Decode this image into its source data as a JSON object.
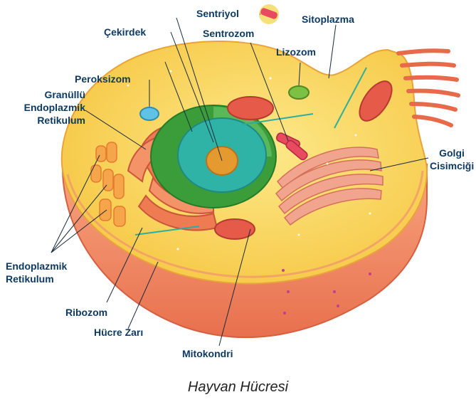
{
  "colors": {
    "label": "#0d3a63",
    "leader": "#1a2b3c",
    "membrane_outer": "#f07a57",
    "membrane_inner": "#f6a07c",
    "cytoplasm": "#f7c948",
    "cytoplasm_light": "#fbe27a",
    "nucleus_outer": "#3a9d3a",
    "nucleus_inner": "#2fb3a6",
    "nucleolus": "#e59a2f",
    "er": "#ee7b52",
    "golgi": "#f2a58e",
    "mitochondria": "#e65a4a"
  },
  "labels": {
    "sentriyol": "Sentriyol",
    "sitoplazma": "Sitoplazma",
    "cekirdek": "Çekirdek",
    "sentrozom": "Sentrozom",
    "lizozom": "Lizozom",
    "peroksizom": "Peroksizom",
    "granullu_er": [
      "Granüllü",
      "Endoplazmik",
      "Retikulum"
    ],
    "golgi": [
      "Golgi",
      "Cisimciği"
    ],
    "er": [
      "Endoplazmik",
      "Retikulum"
    ],
    "ribozom": "Ribozom",
    "hucre_zari": "Hücre Zarı",
    "mitokondri": "Mitokondri"
  },
  "caption": "Hayvan Hücresi"
}
